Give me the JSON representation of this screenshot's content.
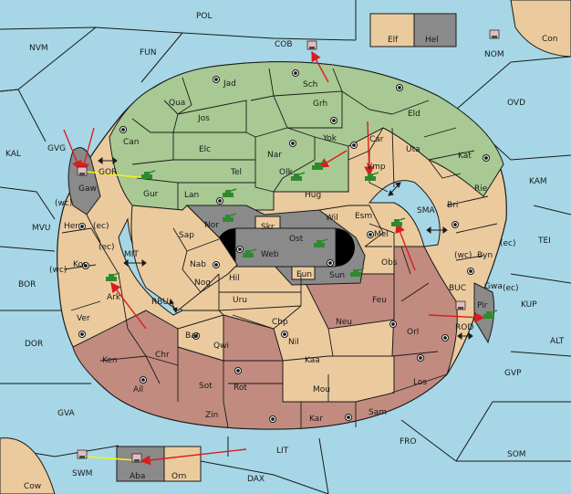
{
  "colors": {
    "sea": "#a7d7e6",
    "neutral": "#ebcb9e",
    "green": "#a8c993",
    "red": "#c28b80",
    "gray": "#8a8a8a",
    "unit": "#2f8a2f",
    "arrow": "#d81e1e",
    "support": "#f2f21a",
    "border": "#1a1a1a",
    "pink": "#e3bdbd"
  },
  "seas": {
    "POL": "POL",
    "FUN": "FUN",
    "NVM": "NVM",
    "COB": "COB",
    "NOM": "NOM",
    "Con": "Con",
    "OVD": "OVD",
    "KAL": "KAL",
    "GVG": "GVG",
    "GOR": "GOR",
    "MVU": "MVU",
    "MIT": "MIT",
    "BOR": "BOR",
    "DOR": "DOR",
    "RBU": "RBU",
    "SMA": "SMA",
    "KAM": "KAM",
    "TEI": "TEI",
    "KUP": "KUP",
    "BUC": "BUC",
    "ROD": "ROD",
    "ALT": "ALT",
    "GVP": "GVP",
    "GVA": "GVA",
    "LIT": "LIT",
    "FRO": "FRO",
    "SOM": "SOM",
    "SWM": "SWM",
    "DAX": "DAX",
    "Cow": "Cow"
  },
  "provinces": {
    "Elf": "Elf",
    "Hel": "Hel",
    "Sch": "Sch",
    "Jad": "Jad",
    "Qua": "Qua",
    "Grh": "Grh",
    "Eld": "Eld",
    "Jos": "Jos",
    "Can": "Can",
    "Elc": "Elc",
    "Yok": "Yok",
    "Car": "Car",
    "Uta": "Uta",
    "Kat": "Kat",
    "Nar": "Nar",
    "Olk": "Olk",
    "Vmp": "Vmp",
    "Tel": "Tel",
    "Gaw": "Gaw",
    "Gur": "Gur",
    "Lan": "Lan",
    "Hug": "Hug",
    "Rie": "Rie",
    "Bri": "Bri",
    "Wil": "Wil",
    "Esm": "Esm",
    "Nor": "Nor",
    "Skr": "Skr",
    "Ost": "Ost",
    "Web": "Web",
    "Sap": "Sap",
    "Her": "Her",
    "Byn": "Byn",
    "Mel": "Mel",
    "Obs": "Obs",
    "Kor": "Kor",
    "Nab": "Nab",
    "Eun": "Eun",
    "Sun": "Sun",
    "Gwa": "Gwa",
    "Hil": "Hil",
    "Nog": "Nog",
    "Ark": "Ark",
    "Pir": "Pir",
    "Uru": "Uru",
    "Feu": "Feu",
    "Ver": "Ver",
    "Chp": "Chp",
    "Neu": "Neu",
    "Orl": "Orl",
    "Bar": "Bar",
    "Qwi": "Qwi",
    "Nil": "Nil",
    "Ken": "Ken",
    "Chr": "Chr",
    "Kaa": "Kaa",
    "Ail": "Ail",
    "Sot": "Sot",
    "Rot": "Rot",
    "Mou": "Mou",
    "Los": "Los",
    "Zin": "Zin",
    "Kar": "Kar",
    "Sam": "Sam",
    "Aba": "Aba",
    "Orn": "Orn"
  },
  "coasts": {
    "wc": "(wc)",
    "ec": "(ec)"
  }
}
